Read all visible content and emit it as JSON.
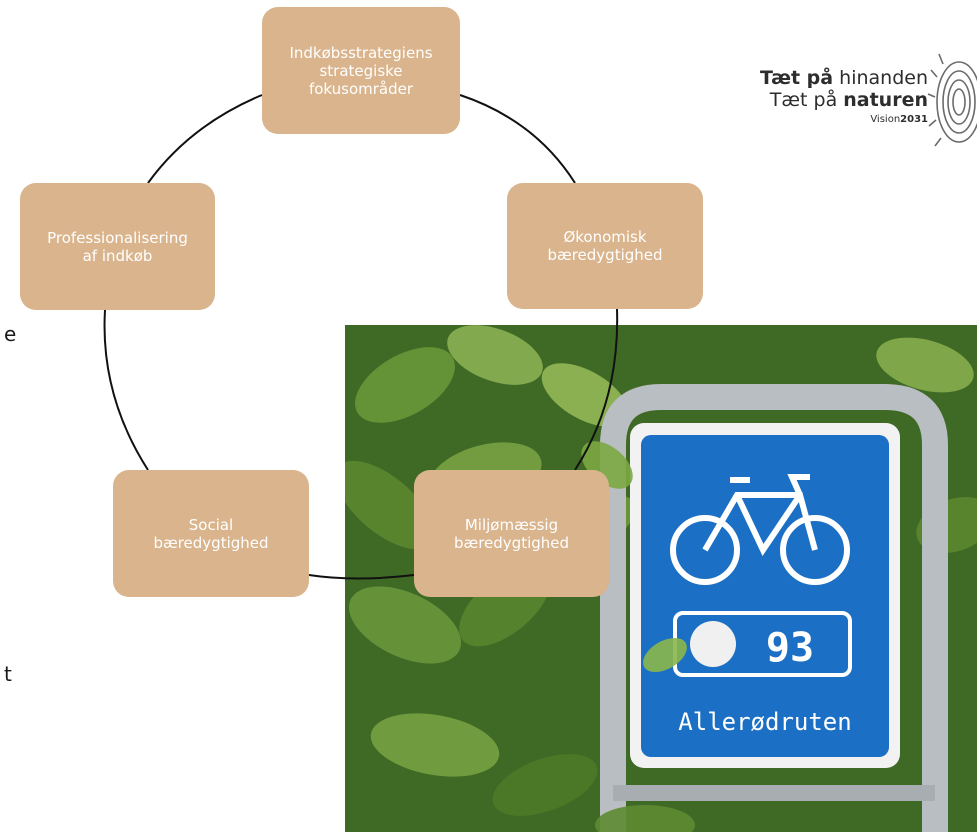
{
  "diagram": {
    "nodes": [
      {
        "label": "Indkøbsstrategiens\nstrategiske\nfokusområder"
      },
      {
        "label": "Økonomisk\nbæredygtighed"
      },
      {
        "label": "Miljømæssig\nbæredygtighed"
      },
      {
        "label": "Social\nbæredygtighed"
      },
      {
        "label": "Professionalisering\naf indkøb"
      }
    ],
    "node_color": "#d9b48c",
    "connector_color": "#111111"
  },
  "cutoff_text": {
    "line1": "e",
    "line2": "t"
  },
  "logo": {
    "line1_bold": "Tæt på",
    "line1_rest": " hinanden",
    "line2_plain": "Tæt på ",
    "line2_bold": "naturen",
    "line3_plain": "Vision",
    "line3_bold": "2031"
  },
  "photo": {
    "route_number": "93",
    "route_name": "Allerødruten",
    "sign_color": "#1b6fc4",
    "foliage_color": "#3f6a25"
  }
}
